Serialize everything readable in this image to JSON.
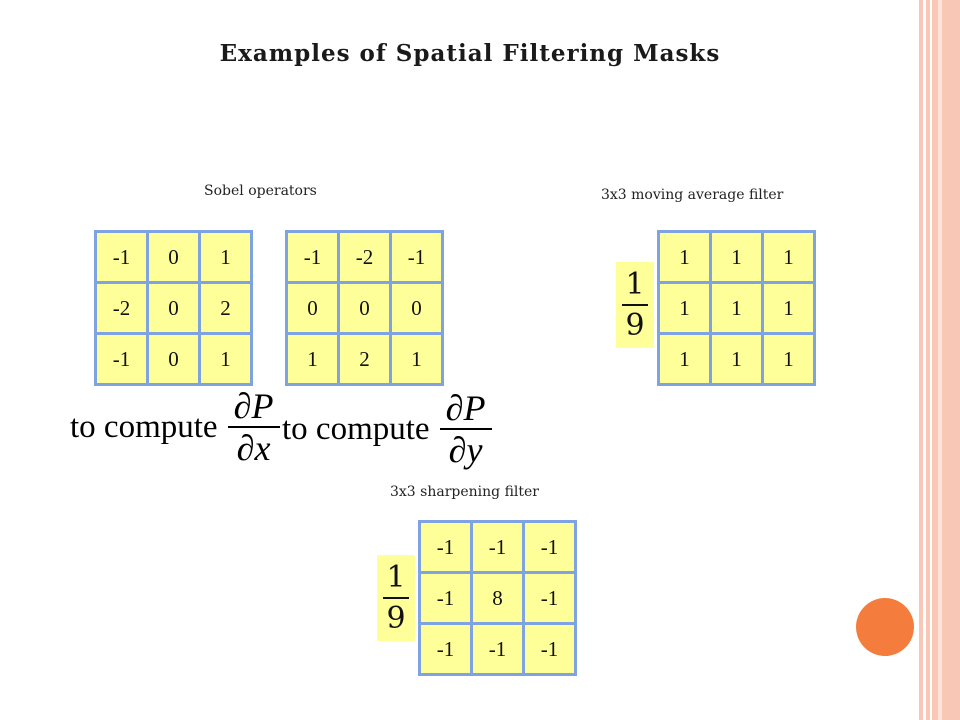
{
  "title": "Examples of Spatial Filtering Masks",
  "sobel": {
    "caption": "Sobel operators",
    "mask_x": [
      "-1",
      "0",
      "1",
      "-2",
      "0",
      "2",
      "-1",
      "0",
      "1"
    ],
    "mask_y": [
      "-1",
      "-2",
      "-1",
      "0",
      "0",
      "0",
      "1",
      "2",
      "1"
    ],
    "compute_text": "to compute",
    "deriv_num": "∂P",
    "deriv_x_den": "∂x",
    "deriv_y_den": "∂y"
  },
  "moving_average": {
    "caption": "3x3 moving average filter",
    "frac_num": "1",
    "frac_den": "9",
    "mask": [
      "1",
      "1",
      "1",
      "1",
      "1",
      "1",
      "1",
      "1",
      "1"
    ]
  },
  "sharpening": {
    "caption": "3x3 sharpening filter",
    "frac_num": "1",
    "frac_den": "9",
    "mask": [
      "-1",
      "-1",
      "-1",
      "-1",
      "8",
      "-1",
      "-1",
      "-1",
      "-1"
    ]
  },
  "colors": {
    "cell_fill": "#ffff99",
    "grid_border": "#7fa3e2",
    "accent_circle": "#f47c3c",
    "border_stripes": "#f9c7b6"
  }
}
